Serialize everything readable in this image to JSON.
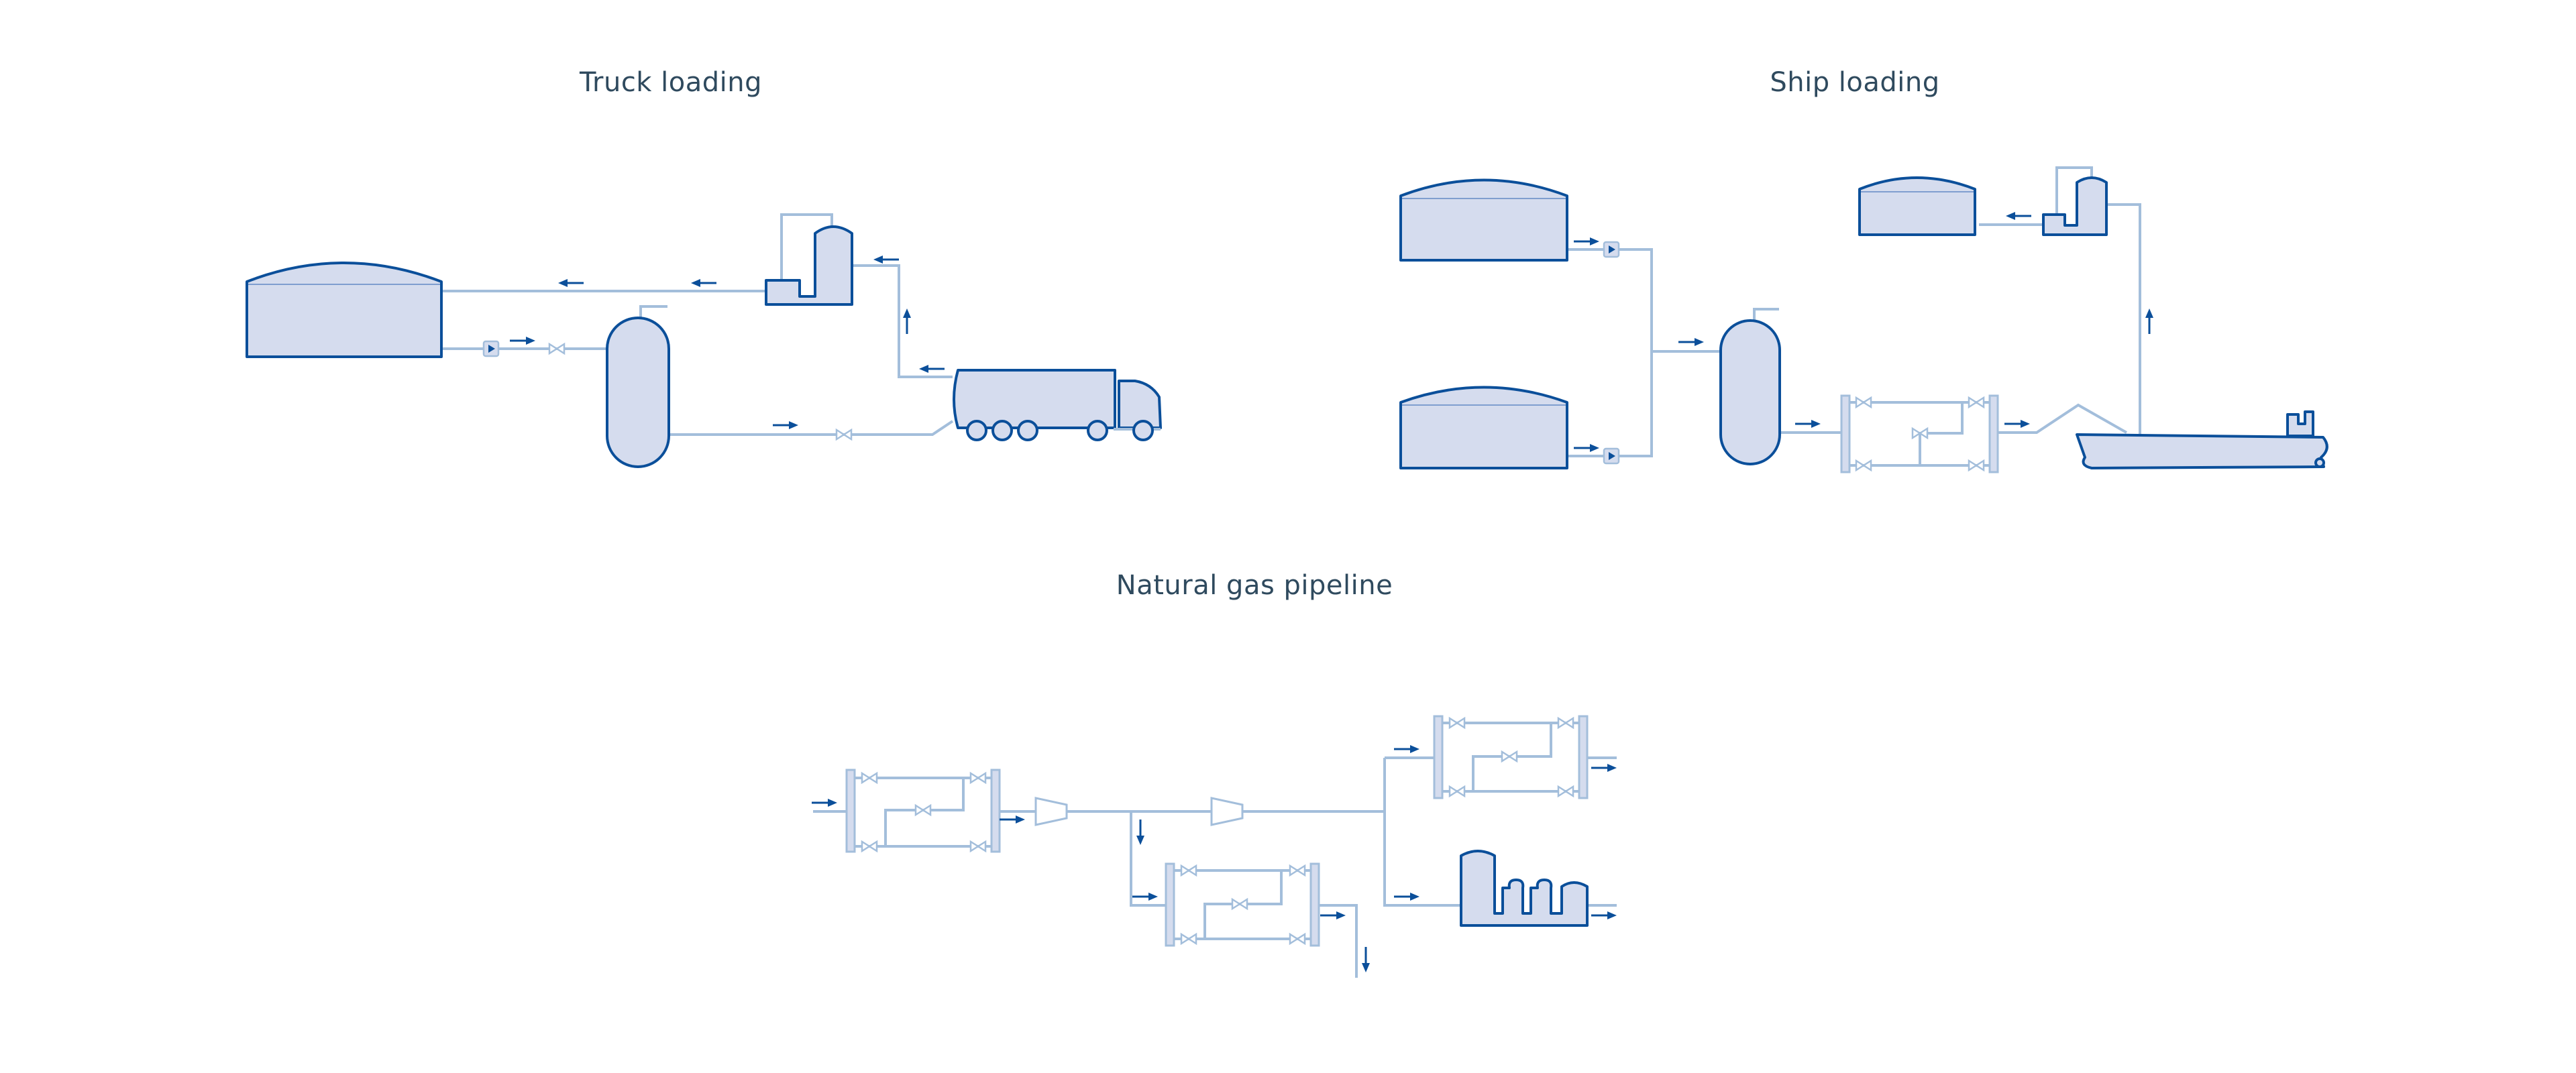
{
  "titles": {
    "truck": "Truck loading",
    "ship": "Ship loading",
    "pipeline": "Natural gas pipeline"
  },
  "colors": {
    "vessel_fill": "#d5dcee",
    "vessel_stroke": "#0b4f9a",
    "pipe": "#a3bedb",
    "arrow": "#0b4f9a",
    "title_text": "#2f4a5e",
    "background": "#ffffff"
  },
  "icons": [
    "storage-tank-icon",
    "pressure-vessel-icon",
    "vapor-recovery-unit-icon",
    "tanker-truck-icon",
    "ship-icon",
    "pump-icon",
    "valve-icon",
    "metering-skid-icon",
    "compressor-icon",
    "processing-plant-icon",
    "flow-arrow-icon"
  ]
}
